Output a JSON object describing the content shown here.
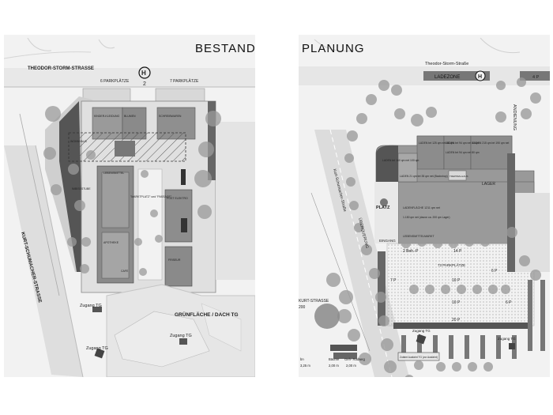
{
  "left_plan": {
    "heading": "BESTAND",
    "street_top": "THEODOR-STORM-STRASSE",
    "street_left": "KURT-SCHUMACHER-STRASSE",
    "bus_stop_symbol": "H",
    "bus_stop_number": "2",
    "parking_left": "6 PARKPLÄTZE",
    "parking_right": "7 PARKPLÄTZE",
    "green_roof": "GRÜNFLÄCHE / DACH TG",
    "access_1": "Zugang TG",
    "access_2": "Zugang TG",
    "access_3": "Zugang TG",
    "bldg_kinder": "KINDER-KLEIDUNG",
    "bldg_blumen": "BLUMEN",
    "bldg_schreib": "SCHREIBWAREN",
    "bldg_wohnhaus": "WOHNHAUS",
    "bldg_lebensmittel": "LEBENSMITTEL",
    "bldg_marktplatz": "\"MARKTPLATZ\" und \"PASSAGE\"",
    "bldg_post": "POST ELEKTRO",
    "bldg_apotheke": "APOTHEKE",
    "bldg_cafe": "CAFE",
    "bldg_friseur": "FRISEUR",
    "bldg_imbiss": "IMBISSSTUBE"
  },
  "right_plan": {
    "heading": "PLANUNG",
    "street_top": "Theodor-Storm-Straße",
    "street_diag": "Kurt-Schumacher-Straße",
    "street_left": "KURT-STRASSE",
    "street_left_num": "200",
    "loading_zone": "LADEZONE",
    "bus_stop_symbol": "H",
    "parking_4": "4 P",
    "delivery": "ANDIENUNG",
    "crossing": "ÜBERQUERUNG",
    "platz": "PLATZ",
    "eingang": "EINGANG",
    "laden_1": "LADEN brt 160 qm net 100 qm",
    "laden_2": "LADEN brt 125 qm net 85 qm",
    "laden_3": "LADEN brt 94 qm net 80 qm",
    "laden_4": "LADEN brt 94 qm net 80 qm",
    "laden_5": "LADEN 215 qm brt 190 qm net",
    "laden_6": "LADEN 21 qm brt 35 qm net (Backshop)",
    "treppenhaus": "TREPPEN-HAUS",
    "lager": "LAGER",
    "ladenflaeche": "LADENFLÄCHE 1211 qm net",
    "ladenflaeche_detail": "1.150 qm net (davon ca. 200 qm Lager)",
    "lebensmittel": "LEBENSMITTELMARKT",
    "parking_2beh": "2 Beh.-P",
    "parking_14": "14 P",
    "parking_73": "73 PARKPLÄTZE",
    "parking_6a": "6 P",
    "parking_7": "7 P",
    "parking_10a": "10 P",
    "parking_10b": "10 P",
    "parking_6b": "6 P",
    "parking_20": "20 P",
    "access_1": "Zugang TG",
    "access_2": "Zugang TG",
    "access_note": "Zufahrt Ausfahrt TG (vor Ausfahrt)",
    "legend_1": "Bäume",
    "legend_1_val": "2,00 m",
    "legend_2": "Geh- Radweg",
    "legend_2_val": "2,00 m",
    "legend_3": "bn",
    "legend_3_val": "3,25 m"
  }
}
